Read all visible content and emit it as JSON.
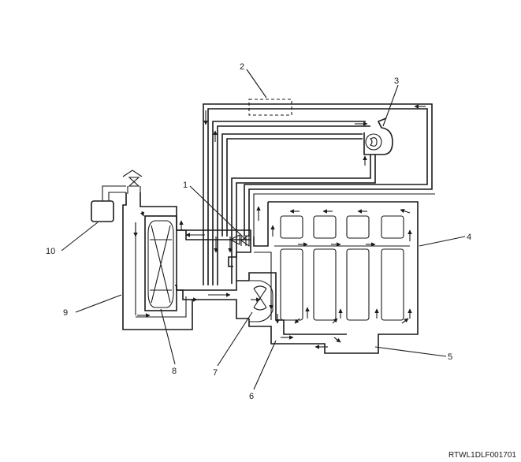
{
  "callouts": [
    {
      "id": "1",
      "text": "1"
    },
    {
      "id": "2",
      "text": "2"
    },
    {
      "id": "3",
      "text": "3"
    },
    {
      "id": "4",
      "text": "4"
    },
    {
      "id": "5",
      "text": "5"
    },
    {
      "id": "6",
      "text": "6"
    },
    {
      "id": "7",
      "text": "7"
    },
    {
      "id": "8",
      "text": "8"
    },
    {
      "id": "9",
      "text": "9"
    },
    {
      "id": "10",
      "text": "10"
    }
  ],
  "figure_code": "RTWL1DLF001701"
}
